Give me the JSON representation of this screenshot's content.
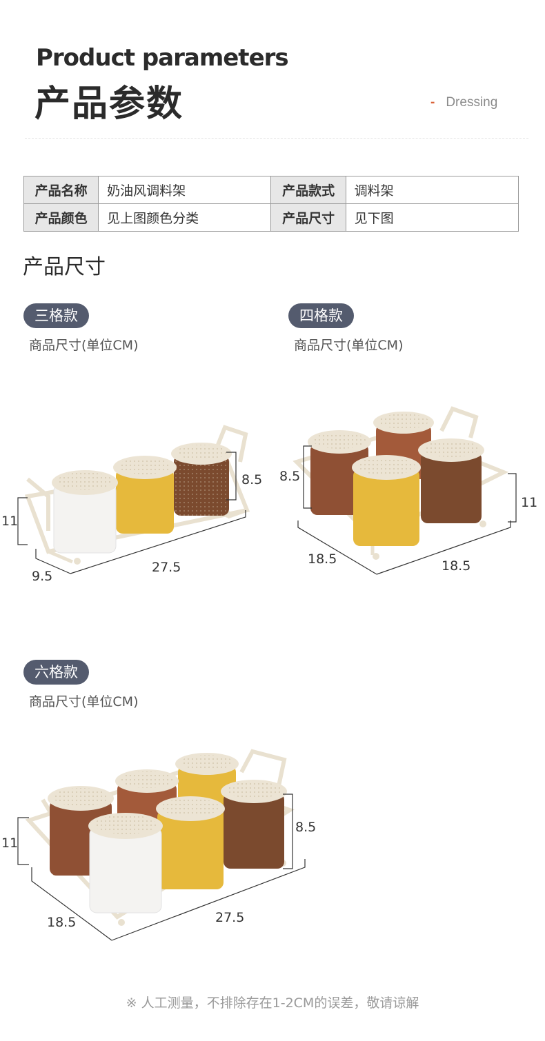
{
  "header": {
    "title_en": "Product parameters",
    "title_cn": "产品参数",
    "tag_dash": "-",
    "tag_label": "Dressing"
  },
  "params": {
    "row1": {
      "k1": "产品名称",
      "v1": "奶油风调料架",
      "k2": "产品款式",
      "v2": "调料架"
    },
    "row2": {
      "k1": "产品颜色",
      "v1": "见上图颜色分类",
      "k2": "产品尺寸",
      "v2": "见下图"
    }
  },
  "size_section": {
    "title": "产品尺寸"
  },
  "variants": {
    "three": {
      "label": "三格款",
      "unit": "商品尺寸(单位CM)",
      "dims": {
        "height": "11",
        "jar": "8.5",
        "depth": "9.5",
        "length": "27.5"
      }
    },
    "four": {
      "label": "四格款",
      "unit": "商品尺寸(单位CM)",
      "dims": {
        "jar": "8.5",
        "height": "11",
        "depth": "18.5",
        "length": "18.5"
      }
    },
    "six": {
      "label": "六格款",
      "unit": "商品尺寸(单位CM)",
      "dims": {
        "height": "11",
        "jar": "8.5",
        "depth": "18.5",
        "length": "27.5"
      }
    }
  },
  "footnote": "※ 人工测量，不排除存在1-2CM的误差，敬请谅解",
  "colors": {
    "pill": "#545b6e",
    "rack": "#efe8da",
    "lid": "#ece4d4",
    "white_spice": "#f4f3f1",
    "yellow_spice": "#e6b93c",
    "brown_spice": "#7b4a2e",
    "red_spice": "#a35a3a",
    "accent": "#d9633a"
  }
}
